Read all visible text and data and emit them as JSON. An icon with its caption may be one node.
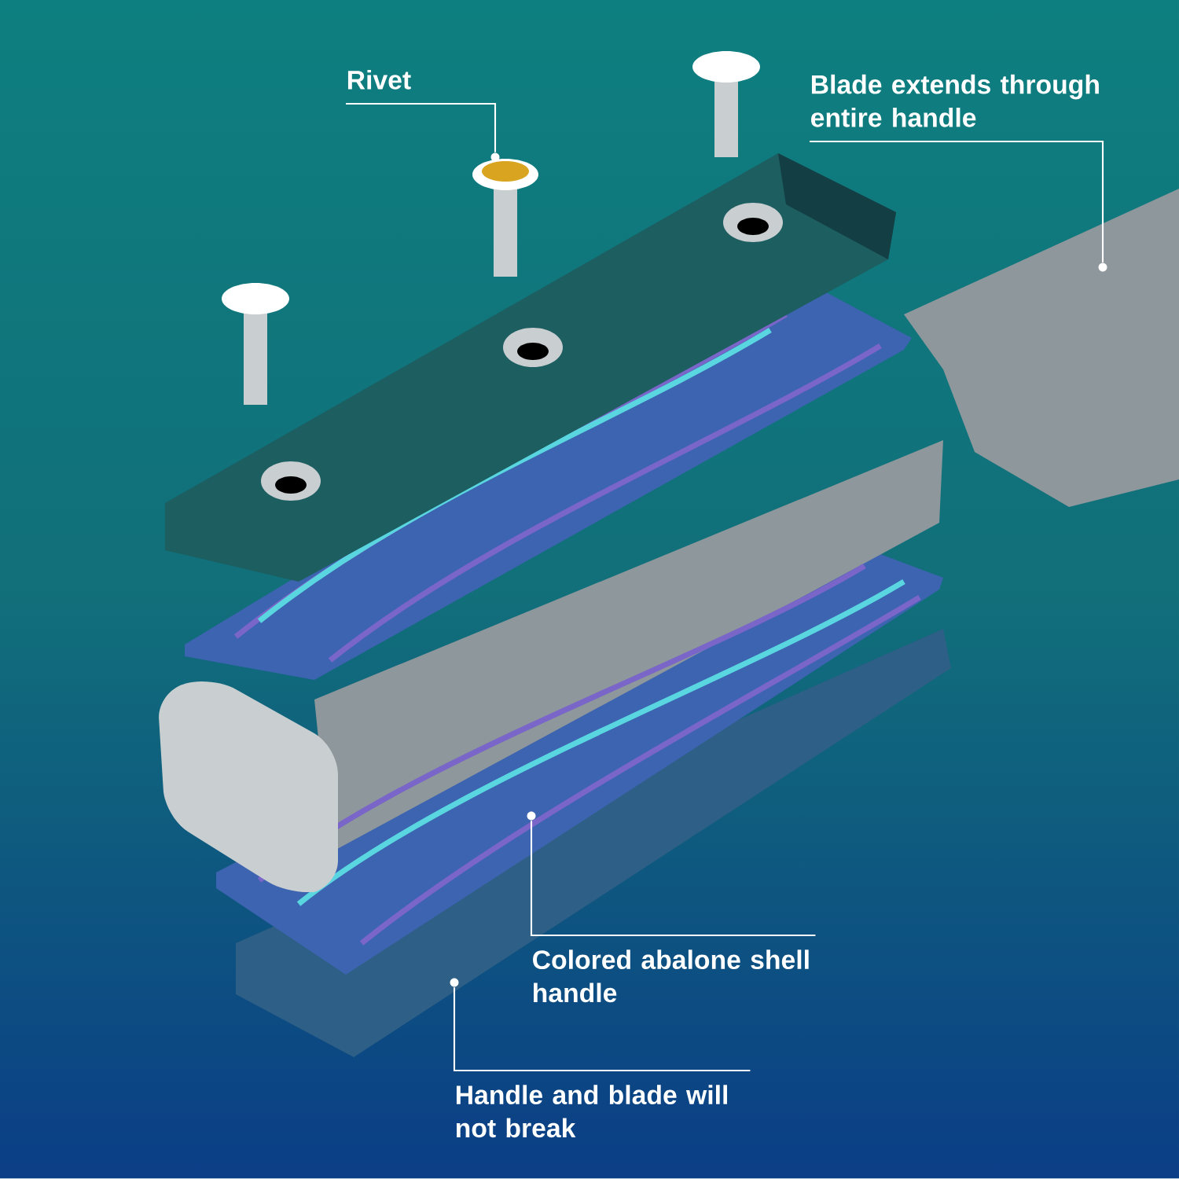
{
  "diagram": {
    "nodes": [
      {
        "text": [
          "Rivet"
        ]
      },
      {
        "text": [],
        "shape": "circle"
      },
      {
        "text": [
          "Blade extends through entire handle"
        ]
      },
      {
        "text": [],
        "shape": "circle"
      },
      {
        "text": [
          "Colored abalone shell handle"
        ]
      },
      {
        "text": [],
        "shape": "circle"
      },
      {
        "text": [
          "Handle and blade will not break"
        ]
      },
      {
        "text": [],
        "shape": "circle"
      }
    ],
    "edges": [
      {
        "from": 0,
        "to": 1,
        "arrow": "none"
      },
      {
        "from": 2,
        "to": 3,
        "arrow": "none"
      },
      {
        "from": 4,
        "to": 5,
        "arrow": "none"
      },
      {
        "from": 6,
        "to": 7,
        "arrow": "none"
      }
    ]
  }
}
